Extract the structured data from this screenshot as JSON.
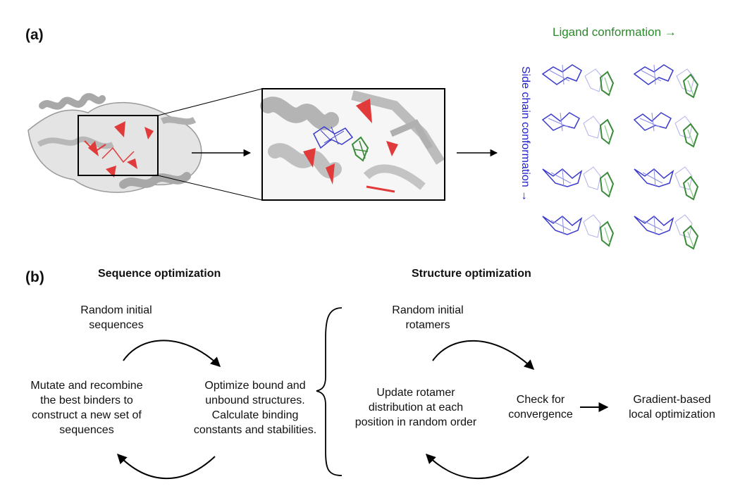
{
  "panel_a": {
    "label": "(a)",
    "ligand_axis": "Ligand conformation →",
    "sidechain_axis": "Side chain conformation →",
    "colors": {
      "protein": "#c8c8c8",
      "highlight": "#e03a3a",
      "side_chain": "#3a3acc",
      "ligand": "#3a8a3a"
    }
  },
  "panel_b": {
    "label": "(b)",
    "sequence_heading": "Sequence optimization",
    "structure_heading": "Structure optimization",
    "seq_start": [
      "Random initial",
      "sequences"
    ],
    "seq_right": [
      "Optimize bound and",
      "unbound structures.",
      "Calculate binding",
      "constants and stabilities."
    ],
    "seq_left": [
      "Mutate and recombine",
      "the best binders to",
      "construct a new set of",
      "sequences"
    ],
    "str_start": [
      "Random initial",
      "rotamers"
    ],
    "str_check": [
      "Check for",
      "convergence"
    ],
    "str_update": [
      "Update rotamer",
      "distribution at each",
      "position in random order"
    ],
    "str_final": [
      "Gradient-based",
      "local optimization"
    ]
  }
}
